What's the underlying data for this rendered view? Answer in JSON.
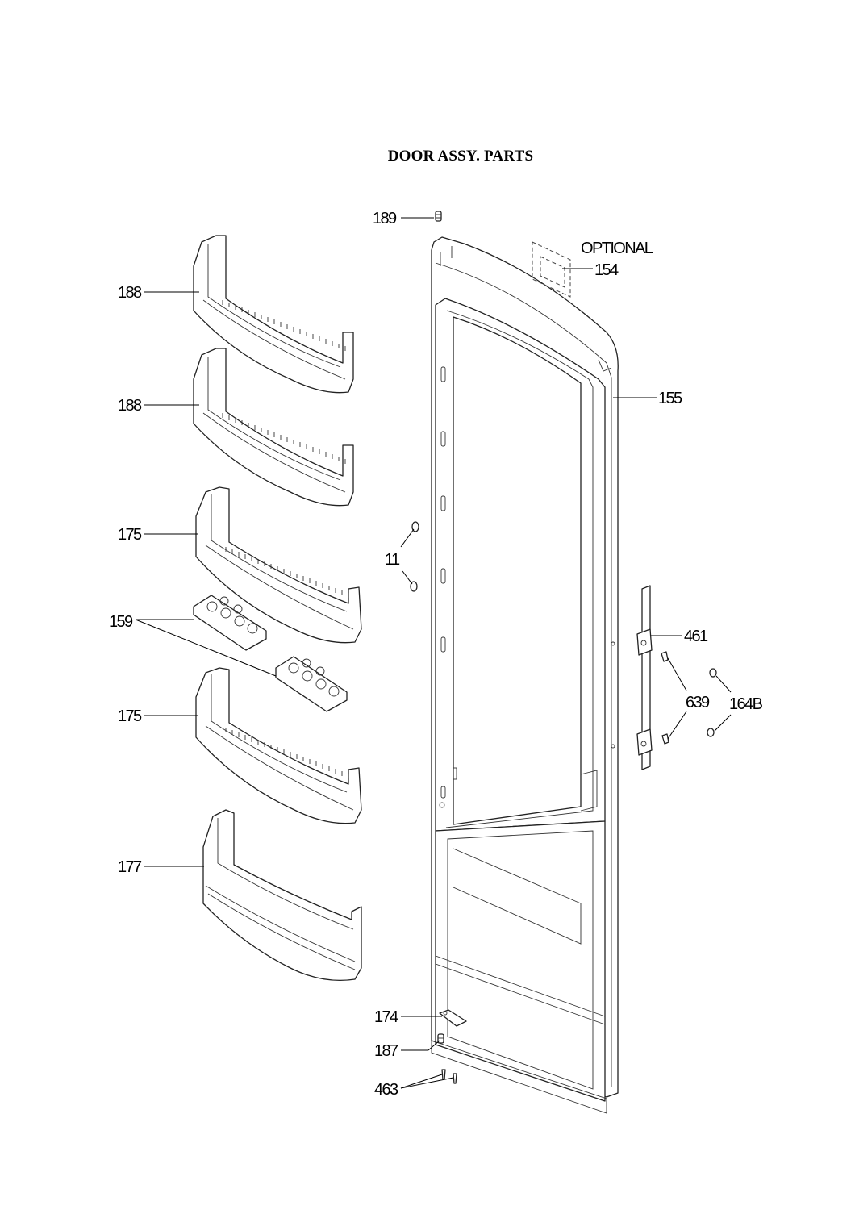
{
  "title": "DOOR ASSY. PARTS",
  "callouts": {
    "optional": "OPTIONAL",
    "p154": "154",
    "p155": "155",
    "p189": "189",
    "p188a": "188",
    "p188b": "188",
    "p175a": "175",
    "p175b": "175",
    "p159": "159",
    "p177": "177",
    "p11": "11",
    "p461": "461",
    "p639": "639",
    "p164b": "164B",
    "p174": "174",
    "p187": "187",
    "p463": "463"
  }
}
